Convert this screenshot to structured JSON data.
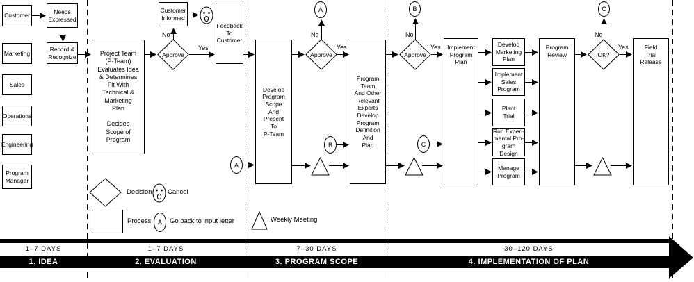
{
  "flow": {
    "yes": "Yes",
    "no": "No"
  },
  "connectors": {
    "a": "A",
    "b": "B",
    "c": "C"
  },
  "lanes": {
    "customer": "Customer",
    "marketing": "Marketing",
    "sales": "Sales",
    "operations": "Operations",
    "engineering": "Engineering",
    "program_manager": "Program\nManager"
  },
  "idea": {
    "needs_expressed": "Needs\nExpressed",
    "record_recognize": "Record &\nRecognize"
  },
  "evaluation": {
    "project_team": "Project Team\n(P-Team)\nEvaluates Idea\n& Determines\nFit With\nTechnical &\nMarketing\nPlan\n\nDecides\nScope of\nProgram",
    "approve": "Approve",
    "customer_informed": "Customer\nInformed",
    "feedback": "Feedback\nTo\nCustomer"
  },
  "scope": {
    "develop": "Develop\nProgram\nScope\nAnd\nPresent\nTo\nP-Team",
    "approve": "Approve",
    "program_team": "Program\nTeam\nAnd Other\nRelevant\nExperts\nDevelop\nProgram\nDefinition\nAnd\nPlan"
  },
  "implementation": {
    "approve": "Approve",
    "implement": "Implement\nProgram\nPlan",
    "tasks": [
      "Develop\nMarketing\nPlan",
      "Implement\nSales\nProgram",
      "Plant\nTrial",
      "Run Experi-\nmental Pro-\ngram Design",
      "Manage\nProgram"
    ],
    "program_review": "Program\nReview",
    "ok": "OK?",
    "field_trial": "Field\nTrial\nRelease"
  },
  "legend": {
    "decision": "Decision",
    "cancel": "Cancel",
    "process": "Process",
    "go_back": "Go back to input letter",
    "weekly": "Weekly Meeting"
  },
  "timeline": {
    "phases": [
      {
        "days": "1–7 DAYS",
        "name": "1. IDEA"
      },
      {
        "days": "1–7 DAYS",
        "name": "2. EVALUATION"
      },
      {
        "days": "7–30 DAYS",
        "name": "3. PROGRAM SCOPE"
      },
      {
        "days": "30–120 DAYS",
        "name": "4. IMPLEMENTATION OF PLAN"
      }
    ]
  }
}
